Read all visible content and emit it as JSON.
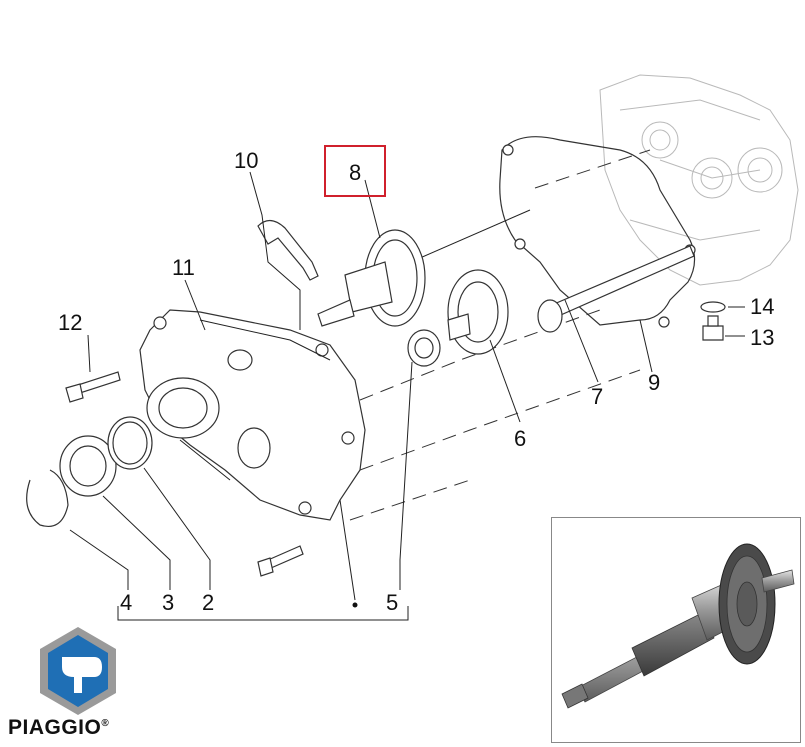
{
  "diagram": {
    "highlighted_label": "8",
    "highlight_color": "#d0202c",
    "labels": {
      "l10": "10",
      "l8": "8",
      "l11": "11",
      "l12": "12",
      "l14": "14",
      "l13": "13",
      "l7": "7",
      "l9": "9",
      "l6": "6",
      "l4": "4",
      "l3": "3",
      "l2": "2",
      "l5": "5"
    }
  },
  "brand": {
    "name": "PIAGGIO",
    "mark": "®",
    "logo_icon": "piaggio-shield-icon",
    "logo_colors": [
      "#1f6fb5",
      "#8fc3e8",
      "#9a9a9a"
    ]
  }
}
